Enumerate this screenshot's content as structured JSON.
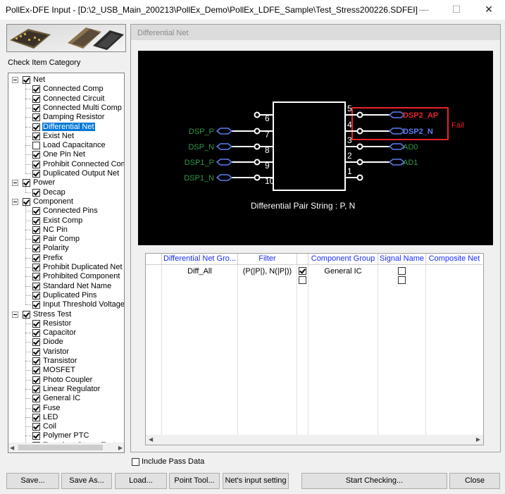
{
  "window": {
    "title": "PollEx-DFE Input - [D:\\2_USB_Main_200213\\PollEx_Demo\\PollEx_LDFE_Sample\\Test_Stress200226.SDFEI]",
    "minimize_icon": "minimize-icon",
    "maximize_icon": "maximize-icon",
    "close_icon": "close-icon"
  },
  "left": {
    "section_label": "Check Item Category",
    "tree": [
      {
        "label": "Net",
        "checked": true,
        "level": 0
      },
      {
        "label": "Connected Comp",
        "checked": true,
        "level": 1
      },
      {
        "label": "Connected Circuit",
        "checked": true,
        "level": 1
      },
      {
        "label": "Connected Multi Comp",
        "checked": true,
        "level": 1
      },
      {
        "label": "Damping Resistor",
        "checked": true,
        "level": 1
      },
      {
        "label": "Differential Net",
        "checked": true,
        "level": 1,
        "selected": true
      },
      {
        "label": "Exist Net",
        "checked": true,
        "level": 1
      },
      {
        "label": "Load Capacitance",
        "checked": false,
        "level": 1
      },
      {
        "label": "One Pin Net",
        "checked": true,
        "level": 1
      },
      {
        "label": "Prohibit Connected Comp",
        "checked": true,
        "level": 1
      },
      {
        "label": "Duplicated Output Net",
        "checked": true,
        "level": 1
      },
      {
        "label": "Power",
        "checked": true,
        "level": 0
      },
      {
        "label": "Decap",
        "checked": true,
        "level": 1
      },
      {
        "label": "Component",
        "checked": true,
        "level": 0
      },
      {
        "label": "Connected Pins",
        "checked": true,
        "level": 1
      },
      {
        "label": "Exist Comp",
        "checked": true,
        "level": 1
      },
      {
        "label": "NC Pin",
        "checked": true,
        "level": 1
      },
      {
        "label": "Pair Comp",
        "checked": true,
        "level": 1
      },
      {
        "label": "Polarity",
        "checked": true,
        "level": 1
      },
      {
        "label": "Prefix",
        "checked": true,
        "level": 1
      },
      {
        "label": "Prohibit Duplicated Net",
        "checked": true,
        "level": 1
      },
      {
        "label": "Prohibited Component",
        "checked": true,
        "level": 1
      },
      {
        "label": "Standard Net Name",
        "checked": true,
        "level": 1
      },
      {
        "label": "Duplicated Pins",
        "checked": true,
        "level": 1
      },
      {
        "label": "Input Threshold Voltage",
        "checked": true,
        "level": 1
      },
      {
        "label": "Stress Test",
        "checked": true,
        "level": 0
      },
      {
        "label": "Resistor",
        "checked": true,
        "level": 1
      },
      {
        "label": "Capacitor",
        "checked": true,
        "level": 1
      },
      {
        "label": "Diode",
        "checked": true,
        "level": 1
      },
      {
        "label": "Varistor",
        "checked": true,
        "level": 1
      },
      {
        "label": "Transistor",
        "checked": true,
        "level": 1
      },
      {
        "label": "MOSFET",
        "checked": true,
        "level": 1
      },
      {
        "label": "Photo Coupler",
        "checked": true,
        "level": 1
      },
      {
        "label": "Linear Regulator",
        "checked": true,
        "level": 1
      },
      {
        "label": "General IC",
        "checked": true,
        "level": 1
      },
      {
        "label": "Fuse",
        "checked": true,
        "level": 1
      },
      {
        "label": "LED",
        "checked": true,
        "level": 1
      },
      {
        "label": "Coil",
        "checked": true,
        "level": 1
      },
      {
        "label": "Polymer PTC",
        "checked": true,
        "level": 1
      },
      {
        "label": "Transient Stress Test",
        "checked": true,
        "level": 1
      }
    ]
  },
  "panel": {
    "title": "Differential Net",
    "diagram": {
      "left_pins": [
        "6",
        "7",
        "8",
        "9",
        "10"
      ],
      "right_pins": [
        "5",
        "4",
        "3",
        "2",
        "1"
      ],
      "left_nets": [
        "DSP_P",
        "DSP_N",
        "DSP1_P",
        "DSP1_N"
      ],
      "right_nets": [
        "DSP2_AP",
        "DSP2_N",
        "AD0",
        "AD1"
      ],
      "fail_label": "Fail",
      "caption": "Differential Pair String : P, N",
      "colors": {
        "green": "#2f9a4c",
        "blue": "#5b7cf0",
        "red": "#e8232b",
        "white": "#ffffff",
        "black": "#000000"
      }
    },
    "grid": {
      "headers": [
        "Differential Net Gro...",
        "Filter",
        "",
        "Component Group",
        "Signal Name",
        "Composite Net"
      ],
      "rows": [
        {
          "group": "Diff_All",
          "filter": "(P(|P|), N(|P|))",
          "check": true,
          "component_group": "General IC",
          "signal_checked": false
        },
        {
          "group": "",
          "filter": "",
          "check": false,
          "component_group": "",
          "signal_checked": false
        }
      ],
      "scroll_left_icon": "scroll-left-icon",
      "scroll_right_icon": "scroll-right-icon"
    }
  },
  "include_pass_data": {
    "label": "Include Pass Data",
    "checked": false
  },
  "buttons": {
    "save": "Save...",
    "save_as": "Save As...",
    "load": "Load...",
    "point_tool": "Point Tool...",
    "nets_input": "Net's input setting",
    "start": "Start Checking...",
    "close": "Close"
  }
}
